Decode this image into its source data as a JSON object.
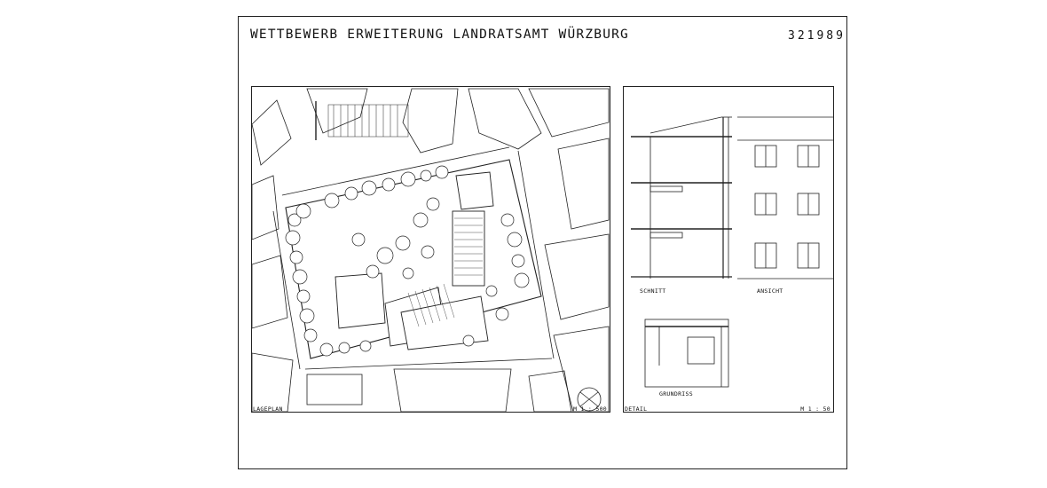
{
  "sheet": {
    "title": "WETTBEWERB ERWEITERUNG LANDRATSAMT WÜRZBURG",
    "number": "321989"
  },
  "site_plan": {
    "label": "LAGEPLAN",
    "scale": "M 1 : 500"
  },
  "detail": {
    "label": "DETAIL",
    "scale": "M 1 : 50",
    "section_label": "SCHNITT",
    "elevation_label": "ANSICHT",
    "plan_label": "GRUNDRISS"
  }
}
